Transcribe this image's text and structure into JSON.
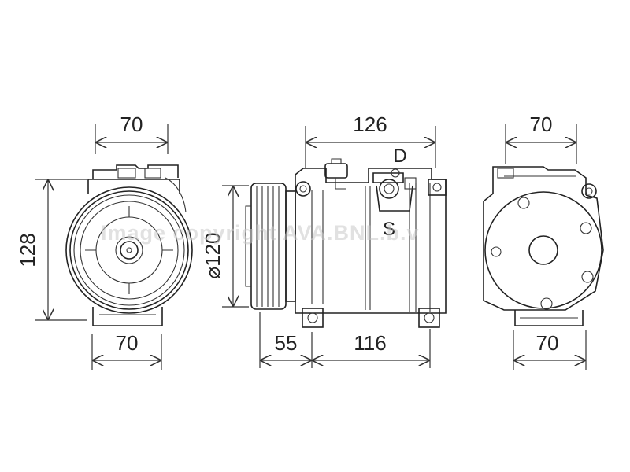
{
  "dimensions": {
    "front_width_top": "70",
    "front_width_bottom": "70",
    "front_height": "128",
    "side_length_top": "126",
    "side_pulley_diameter": "⌀120",
    "side_pulley_depth": "55",
    "side_body_length": "116",
    "rear_width_top": "70",
    "rear_width_bottom": "70"
  },
  "ports": {
    "discharge": "D",
    "suction": "S"
  },
  "watermark": "Image copyright AVA.BNL.b.v"
}
